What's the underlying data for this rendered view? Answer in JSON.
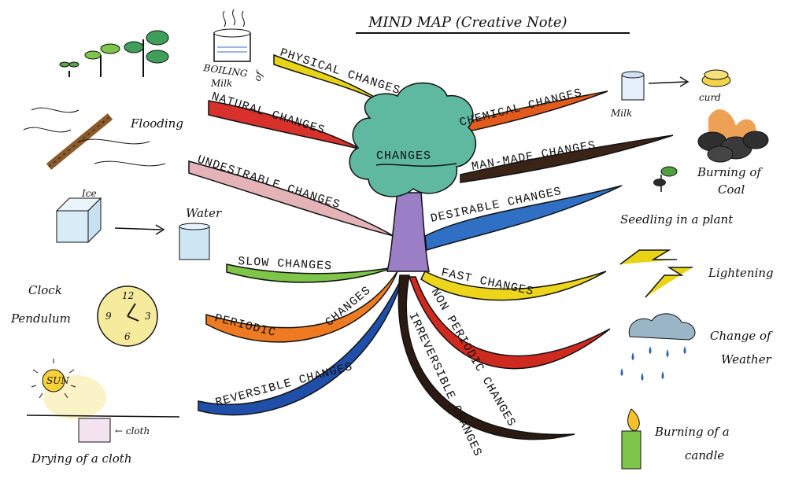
{
  "title": "MIND MAP (Creative Note)",
  "center": "CHANGES",
  "branches": {
    "physical": "PHYSICAL CHANGES",
    "natural": "NATURAL CHANGES",
    "undesirable": "UNDESIRABLE CHANGES",
    "slow": "SLOW CHANGES",
    "periodic_a": "PERIODIC",
    "periodic_b": "CHANGES",
    "reversible": "REVERSIBLE CHANGES",
    "irreversible": "IRREVERSIBLE CHANGES",
    "non_periodic": "NON PERIODIC CHANGES",
    "fast": "FAST CHANGES",
    "desirable": "DESIRABLE CHANGES",
    "man_made": "MAN-MADE CHANGES",
    "chemical": "CHEMICAL CHANGES"
  },
  "examples": {
    "boiling_milk_a": "BOILING",
    "boiling_milk_b": "Milk",
    "boiling_milk_c": "of",
    "flooding": "Flooding",
    "ice": "Ice",
    "water": "Water",
    "clock_a": "Clock",
    "clock_b": "Pendulum",
    "clock_12": "12",
    "clock_9": "9",
    "clock_3": "3",
    "clock_6": "6",
    "sun": "SUN",
    "cloth_arrow": "← cloth",
    "drying": "Drying of a cloth",
    "milk": "Milk",
    "curd": "curd",
    "coal_a": "Burning of",
    "coal_b": "Coal",
    "seedling": "Seedling in a plant",
    "lightning": "Lightening",
    "weather_a": "Change of",
    "weather_b": "Weather",
    "candle_a": "Burning of a",
    "candle_b": "candle"
  },
  "colors": {
    "tree_top": "#5fb8a0",
    "trunk": "#9a7fc6",
    "physical": "#e8d416",
    "natural": "#d8312c",
    "undesirable": "#e3b3b8",
    "slow": "#7ec54a",
    "periodic": "#ee7b22",
    "reversible": "#1f4fa8",
    "irreversible": "#2b1a12",
    "non_periodic": "#cf2a20",
    "fast": "#ecd51a",
    "desirable": "#2f6fc4",
    "man_made": "#3a2418",
    "chemical": "#e35b1c"
  }
}
